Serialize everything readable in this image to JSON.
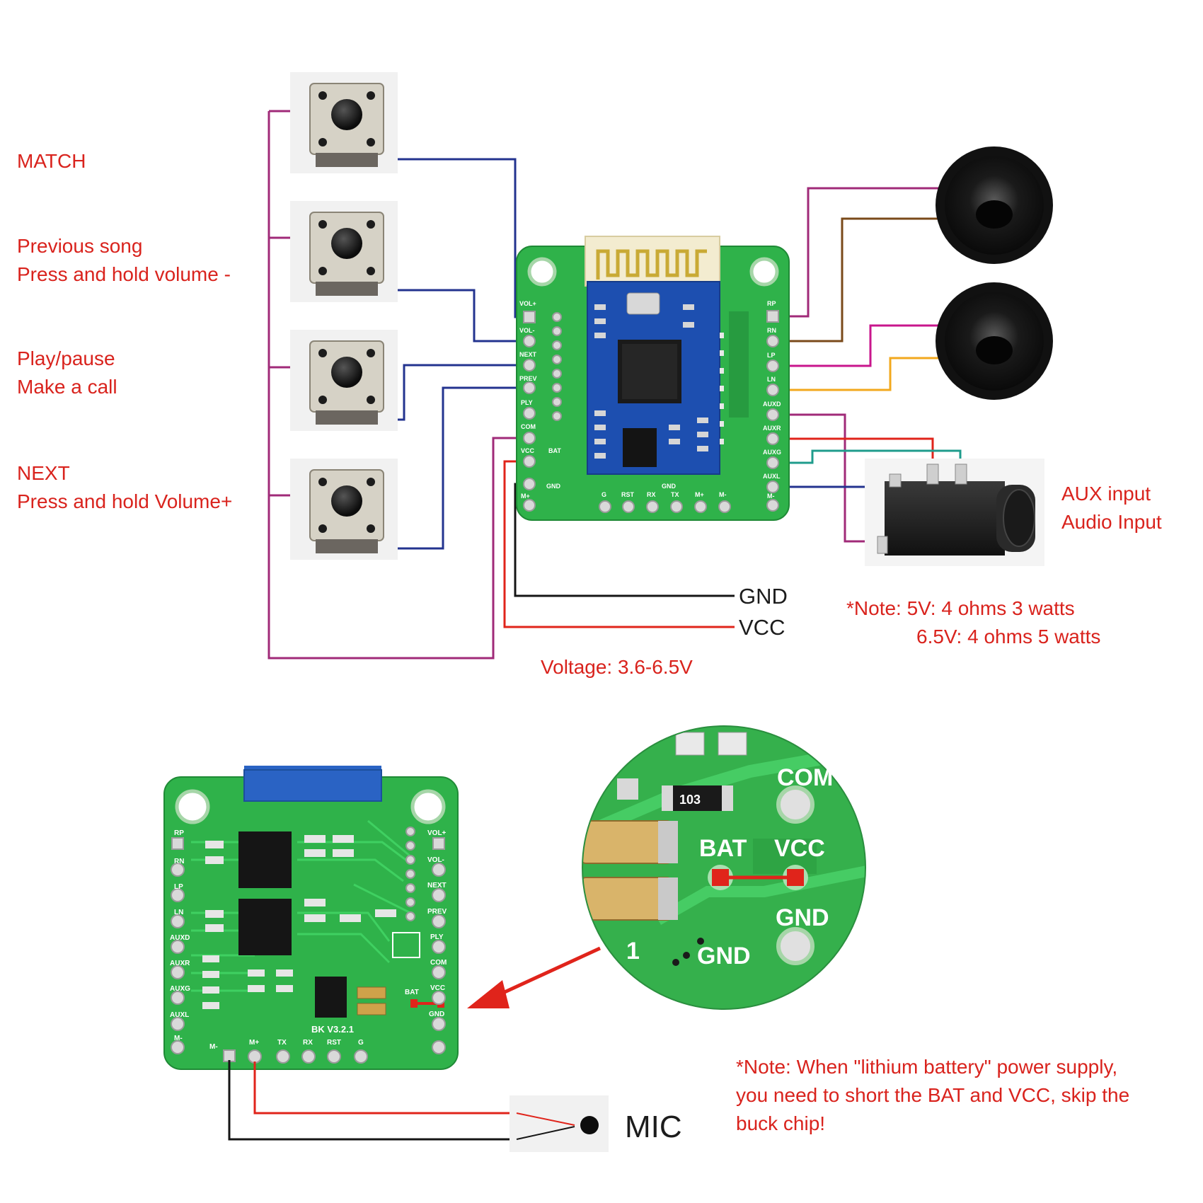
{
  "buttons": [
    {
      "label_lines": [
        "MATCH"
      ]
    },
    {
      "label_lines": [
        "Previous song",
        "Press and hold volume -"
      ]
    },
    {
      "label_lines": [
        "Play/pause",
        "Make a call"
      ]
    },
    {
      "label_lines": [
        "NEXT",
        "Press and hold Volume+"
      ]
    }
  ],
  "board_top": {
    "left_pins": [
      "VOL+",
      "VOL-",
      "NEXT",
      "PREV",
      "PLY",
      "COM",
      "VCC",
      "GND",
      "M+"
    ],
    "right_pins": [
      "RP",
      "RN",
      "LP",
      "LN",
      "AUXD",
      "AUXR",
      "AUXG",
      "AUXL",
      "M-"
    ],
    "bottom_pins": [
      "G",
      "RST",
      "RX",
      "TX",
      "M+",
      "M-"
    ],
    "small_marks": [
      "BAT",
      "GND"
    ]
  },
  "power": {
    "gnd_label": "GND",
    "vcc_label": "VCC",
    "voltage": "Voltage: 3.6-6.5V"
  },
  "aux": {
    "label_lines": [
      "AUX input",
      "Audio Input"
    ]
  },
  "note_speaker": {
    "line1": "*Note: 5V: 4 ohms 3 watts",
    "line2": "6.5V: 4 ohms 5 watts"
  },
  "board_bottom": {
    "left_pins": [
      "RP",
      "RN",
      "LP",
      "LN",
      "AUXD",
      "AUXR",
      "AUXG",
      "AUXL",
      "M-"
    ],
    "right_pins": [
      "VOL+",
      "VOL-",
      "NEXT",
      "PREV",
      "PLY",
      "COM",
      "VCC",
      "GND"
    ],
    "bottom_pins": [
      "M-",
      "M+",
      "TX",
      "RX",
      "RST",
      "G"
    ],
    "bat_mark": "BAT",
    "version": "BK V3.2.1"
  },
  "zoom": {
    "com": "COM",
    "bat": "BAT",
    "vcc": "VCC",
    "gnd": "GND",
    "gnd2": "GND",
    "chip_code": "103",
    "pin_one": "1"
  },
  "mic_label": "MIC",
  "note_battery": {
    "lines": [
      "*Note: When \"lithium battery\" power supply,",
      "you need to short the BAT and VCC, skip the",
      "buck chip!"
    ]
  },
  "colors": {
    "label_red": "#d9231d",
    "wire_purple": "#a02a78",
    "wire_blue": "#23338f",
    "wire_magenta": "#c8168c",
    "wire_brown": "#7a4a1a",
    "wire_orange": "#f2a81d",
    "wire_teal": "#1f9c8c",
    "wire_red": "#e0241b",
    "wire_black": "#151515",
    "pcb_green": "#2fb24a",
    "module_blue": "#1d4fb0"
  }
}
